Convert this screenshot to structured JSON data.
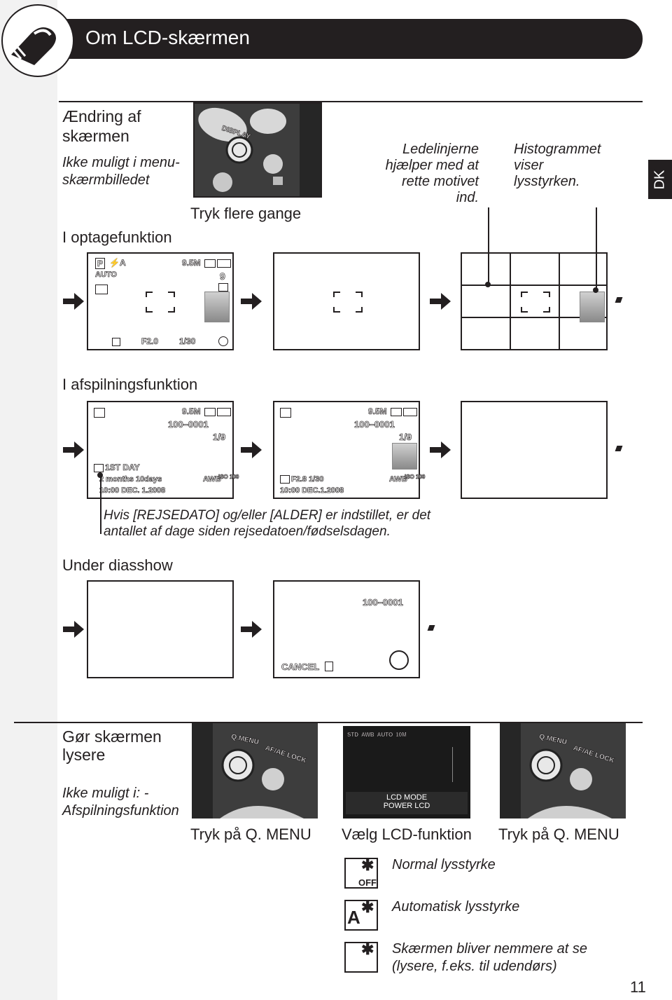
{
  "header": {
    "title": "Om LCD-skærmen",
    "lang_tab": "DK"
  },
  "section1": {
    "title": "Ændring af skærmen",
    "note": "Ikke muligt i menu-skærmbilledet",
    "photo_caption": "Tryk flere gange",
    "photo_label": "DISPLAY",
    "callout_guidelines": "Ledelinjerne hjælper med at rette motivet ind.",
    "callout_histogram": "Histogrammet viser lysstyrken.",
    "rec_mode_label": "I optagefunktion",
    "rec_screen": {
      "mode": "P",
      "flash": "⚡A",
      "stab": "AUTO",
      "size": "9.5M",
      "remaining": "9",
      "aperture": "F2.0",
      "shutter": "1/30"
    },
    "play_mode_label": "I afspilningsfunktion",
    "play_screen1": {
      "size": "9.5M",
      "file": "100–0001",
      "count": "1/9",
      "trip": "1ST DAY",
      "age": "2 months 10days",
      "datetime": "10:00  DEC. 1.2008",
      "wb": "AWB",
      "iso": "ISO 100"
    },
    "play_screen2": {
      "size": "9.5M",
      "file": "100–0001",
      "count": "1/9",
      "exposure": "F2.8 1/30",
      "datetime": "10:00  DEC.1.2008",
      "wb": "AWB",
      "iso": "ISO 100"
    },
    "play_note": "Hvis [REJSEDATO] og/eller [ALDER] er indstillet, er det antallet af dage siden rejsedatoen/fødselsdagen.",
    "slideshow_label": "Under diasshow",
    "slide_screen": {
      "file": "100–0001",
      "cancel": "CANCEL"
    }
  },
  "section2": {
    "title": "Gør skærmen lysere",
    "note": "Ikke muligt i: -Afspilningsfunktion",
    "photo1_caption": "Tryk på Q. MENU",
    "photo2_caption": "Vælg LCD-funktion",
    "photo3_caption": "Tryk på Q. MENU",
    "photo_label_menu": "Q.MENU",
    "photo_label_af": "AF/AE LOCK",
    "menu_items": [
      "LCD MODE",
      "POWER LCD"
    ],
    "menu_top_icons": [
      "STD",
      "AWB",
      "AUTO",
      "10M"
    ],
    "modes": [
      {
        "icon": "lcd-off-icon",
        "icon_text": "OFF",
        "desc": "Normal lysstyrke"
      },
      {
        "icon": "lcd-auto-icon",
        "icon_text": "A",
        "desc": "Automatisk lysstyrke"
      },
      {
        "icon": "lcd-power-icon",
        "icon_text": "",
        "desc": "Skærmen bliver nemmere at se (lysere, f.eks. til udendørs)"
      }
    ]
  },
  "page_number": "11"
}
